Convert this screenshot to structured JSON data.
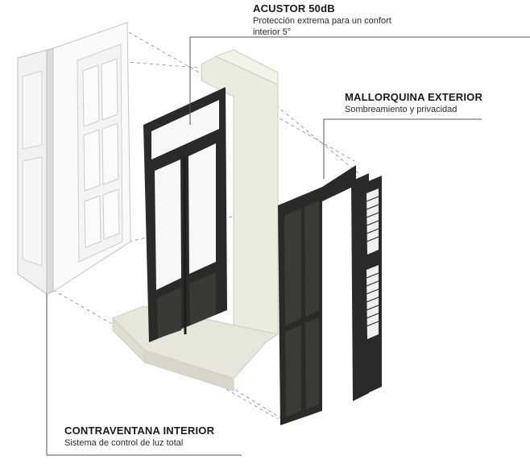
{
  "callouts": {
    "acustor": {
      "title": "ACUSTOR 50dB",
      "subtitle_line1": "Protección extrema para un confort",
      "subtitle_line2": "interior 5°"
    },
    "mallorquina": {
      "title": "MALLORQUINA EXTERIOR",
      "subtitle": "Sombreamiento y privacidad"
    },
    "contraventana": {
      "title": "CONTRAVENTANA INTERIOR",
      "subtitle": "Sistema de control de luz total"
    }
  },
  "colors": {
    "frame_dark": "#2b2a28",
    "wall_beige": "#ecebe0",
    "shutter_white": "#f4f4f4",
    "leader_line": "#555555",
    "glass": "#f7f7f5"
  }
}
